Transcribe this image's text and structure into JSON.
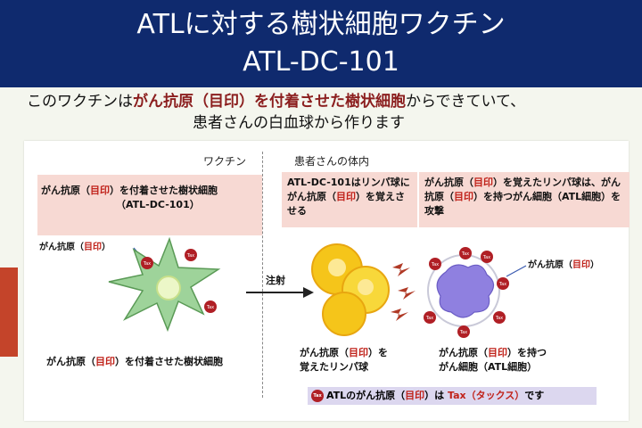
{
  "title": {
    "line1": "ATLに対する樹状細胞ワクチン",
    "line2": "ATL-DC-101"
  },
  "intro": {
    "line1_a": "このワクチンは",
    "line1_b": "がん抗原（目印）を付着させた樹状細胞",
    "line1_c": "からできていて、",
    "line2": "患者さんの白血球から作ります"
  },
  "panel": {
    "vaccine_heading": "ワクチン",
    "body_heading": "患者さんの体内",
    "vaccine_box": {
      "a": "がん抗原（",
      "b": "目印",
      "c": "）を付着させた樹状細胞",
      "d": "（ATL-DC-101）"
    },
    "step1_box": {
      "a": "ATL-DC-101はリンパ球にがん抗原（",
      "b": "目印",
      "c": "）を覚えさせる"
    },
    "step2_box": {
      "a": "がん抗原（",
      "b": "目印",
      "c": "）を覚えたリンパ球は、がん抗原（",
      "d": "目印",
      "e": "）を持つがん細胞（ATL細胞）を攻撃"
    },
    "antigen_label_left": {
      "a": "がん抗原（",
      "b": "目印",
      "c": "）"
    },
    "antigen_label_right": {
      "a": "がん抗原（",
      "b": "目印",
      "c": "）"
    },
    "injection_label": "注射",
    "dc_caption": {
      "a": "がん抗原（",
      "b": "目印",
      "c": "）を付着させた樹状細胞"
    },
    "lymph_caption": {
      "a": "がん抗原（",
      "b": "目印",
      "c": "）を",
      "d": "覚えたリンパ球"
    },
    "atl_caption": {
      "a": "がん抗原（",
      "b": "目印",
      "c": "）を持つ",
      "d": "がん細胞（ATL細胞）"
    },
    "tax_marker": "Tax",
    "legend": {
      "a": "ATLのがん抗原（",
      "b": "目印",
      "c": "）は ",
      "d": "Tax（タックス）",
      "e": "です"
    }
  },
  "colors": {
    "title_bg": "#0f2a6e",
    "highlight": "#8b1e1e",
    "antigen_red": "#c0221a",
    "tax_marker": "#b01f25",
    "dendritic_cell": "#9ed39a",
    "lymphocyte": "#f5c51a",
    "atl_cell": "#8f80e0"
  }
}
